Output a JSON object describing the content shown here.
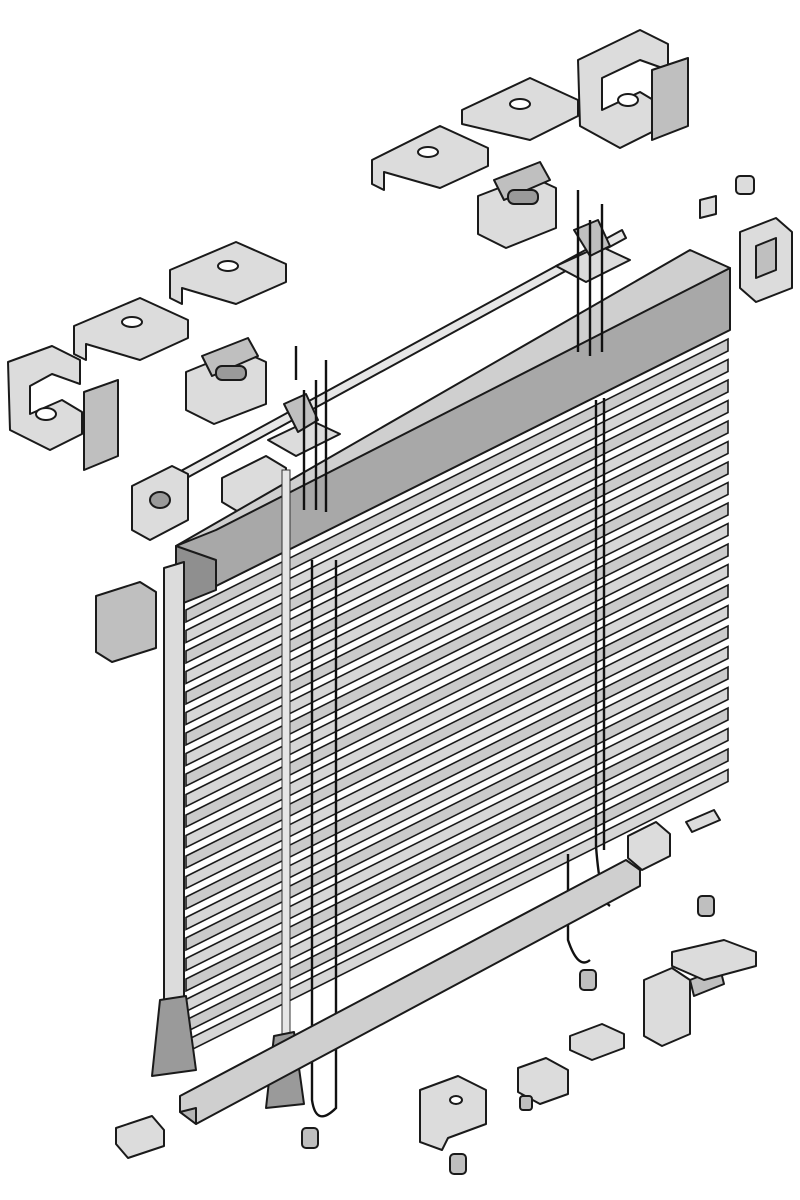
{
  "diagram": {
    "type": "exploded-view",
    "slat_count": 22,
    "colors": {
      "background": "#ffffff",
      "part_light": "#dcdcdc",
      "part_mid": "#bfbfbf",
      "part_dark": "#9a9a9a",
      "outline": "#1a1a1a",
      "cord": "#111111"
    },
    "parts": [
      "mounting-bracket",
      "clip-bracket",
      "tilt-mechanism",
      "cord-lock",
      "headrail",
      "tilt-rod",
      "end-cap",
      "slats",
      "ladder-cords",
      "lift-cord",
      "tilt-wand",
      "wand-tassel",
      "bottom-rail",
      "bottom-rail-end-cap",
      "hold-down-bracket",
      "cord-stop"
    ]
  }
}
